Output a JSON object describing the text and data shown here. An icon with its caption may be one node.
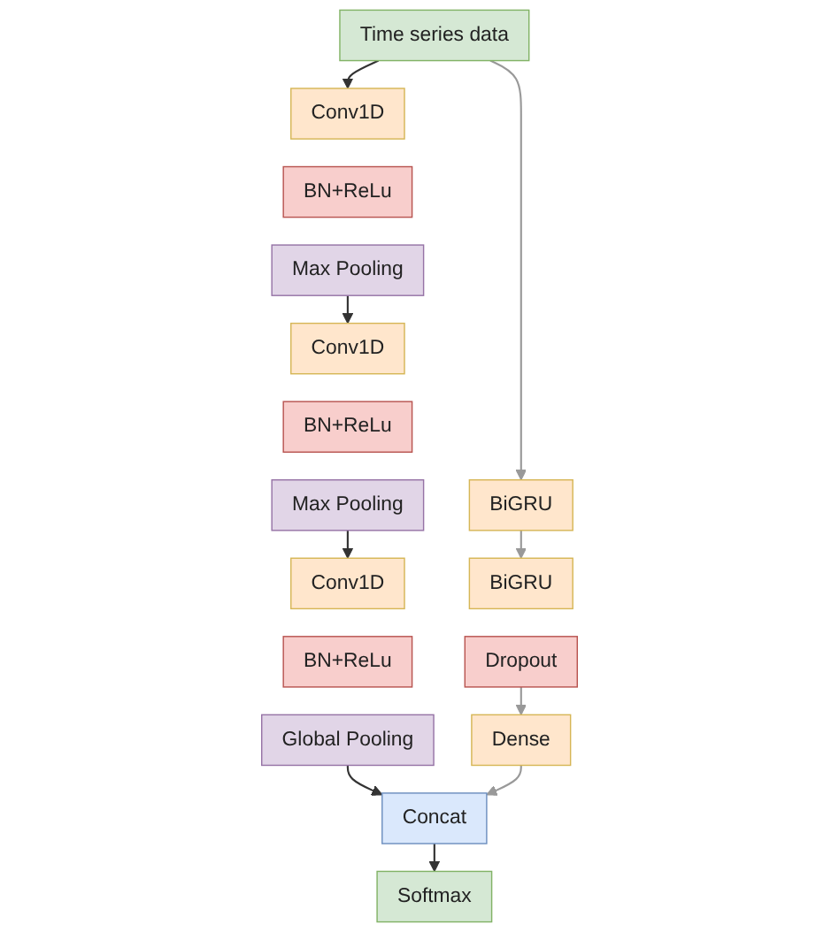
{
  "diagram": {
    "nodes": [
      {
        "text": [
          "Time series data"
        ]
      },
      {
        "text": [
          "Conv1D"
        ]
      },
      {
        "text": [
          "BN+ReLu"
        ]
      },
      {
        "text": [
          "Max Pooling"
        ]
      },
      {
        "text": [
          "Conv1D"
        ]
      },
      {
        "text": [
          "BN+ReLu"
        ]
      },
      {
        "text": [
          "Max Pooling"
        ]
      },
      {
        "text": [
          "Conv1D"
        ]
      },
      {
        "text": [
          "BN+ReLu"
        ]
      },
      {
        "text": [
          "Global Pooling"
        ]
      },
      {
        "text": [
          "BiGRU"
        ]
      },
      {
        "text": [
          "BiGRU"
        ]
      },
      {
        "text": [
          "Dropout"
        ]
      },
      {
        "text": [
          "Dense"
        ]
      },
      {
        "text": [
          "Concat"
        ]
      },
      {
        "text": [
          "Softmax"
        ]
      }
    ],
    "edges": [
      {
        "from": 0,
        "to": 1,
        "arrow": "to"
      },
      {
        "from": 0,
        "to": 10,
        "arrow": "to",
        "color": "#999999"
      },
      {
        "from": 3,
        "to": 4,
        "arrow": "to"
      },
      {
        "from": 10,
        "to": 11,
        "arrow": "to",
        "color": "#999999"
      },
      {
        "from": 6,
        "to": 7,
        "arrow": "to"
      },
      {
        "from": 12,
        "to": 13,
        "arrow": "to",
        "color": "#999999"
      },
      {
        "from": 9,
        "to": 14,
        "arrow": "to"
      },
      {
        "from": 13,
        "to": 14,
        "arrow": "to",
        "color": "#999999"
      },
      {
        "from": 14,
        "to": 15,
        "arrow": "to"
      }
    ]
  }
}
